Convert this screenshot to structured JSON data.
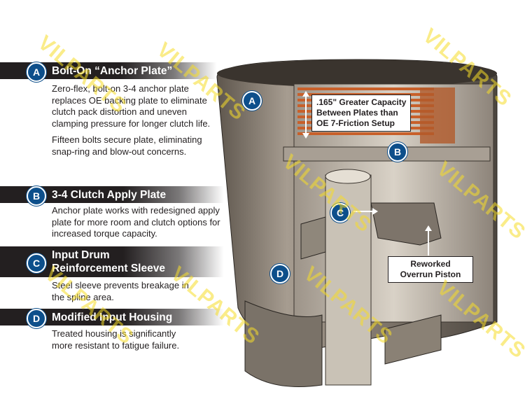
{
  "features": [
    {
      "badge": "A",
      "title": "Bolt-On “Anchor Plate”",
      "paragraphs": [
        "Zero-flex, bolt-on 3-4 anchor plate replaces OE backing plate to eliminate clutch pack distortion and uneven clamping pressure for longer clutch life.",
        "Fifteen bolts secure plate, eliminating snap-ring and blow-out concerns."
      ]
    },
    {
      "badge": "B",
      "title": "3-4 Clutch Apply Plate",
      "paragraphs": [
        "Anchor plate works with redesigned apply plate for more room and clutch options for increased torque capacity."
      ]
    },
    {
      "badge": "C",
      "title_line1": "Input Drum",
      "title_line2": "Reinforcement Sleeve",
      "paragraphs": [
        "Steel sleeve prevents breakage in the spline area."
      ]
    },
    {
      "badge": "D",
      "title": "Modified Input Housing",
      "paragraphs": [
        "Treated housing is significantly more resistant to fatigue failure."
      ]
    }
  ],
  "callouts": {
    "capacity": [
      ".165\" Greater Capacity",
      "Between Plates than",
      "OE 7-Friction Setup"
    ],
    "piston": [
      "Reworked",
      "Overrun Piston"
    ]
  },
  "diagram_badges": {
    "a": "A",
    "b": "B",
    "c": "C",
    "d": "D"
  },
  "watermark": "VILPARTS",
  "colors": {
    "badge": "#0d4f8b",
    "bar": "#231f20",
    "watermark": "#f5dc28",
    "friction": "#c8602a"
  }
}
